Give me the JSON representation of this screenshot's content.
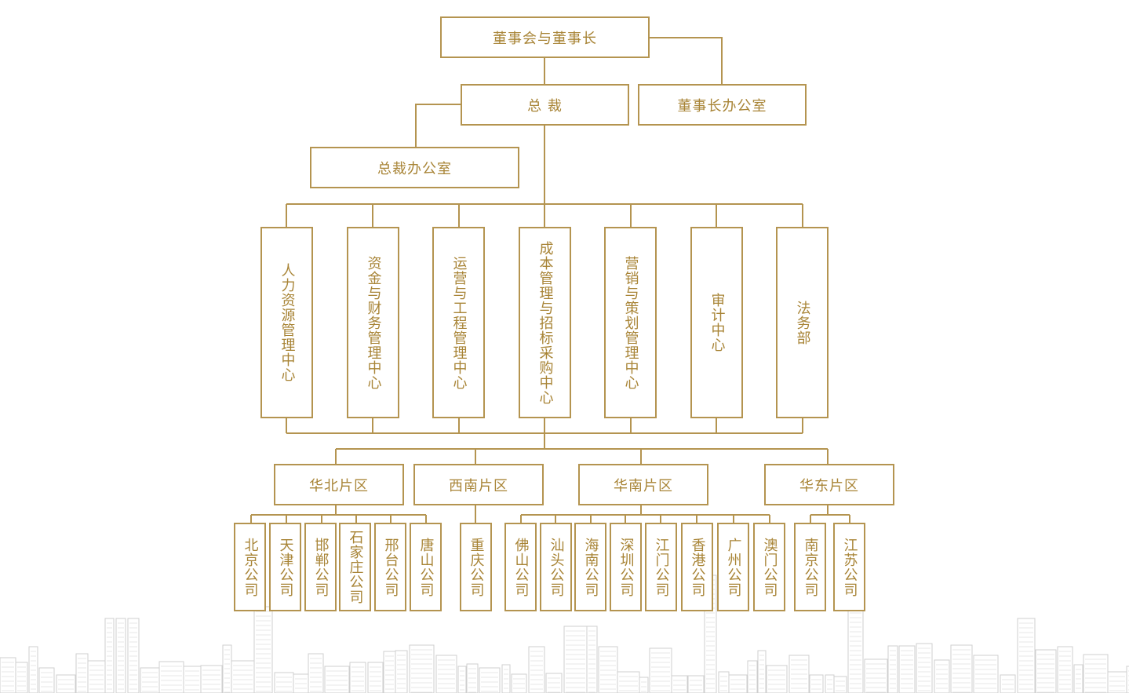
{
  "colors": {
    "line": "#b49450",
    "text": "#a88436",
    "skyline": "#cfcfcf"
  },
  "top": {
    "board": "董事会与董事长",
    "president": "总 裁",
    "chairman_office": "董事长办公室",
    "president_office": "总裁办公室"
  },
  "departments": [
    "人力资源管理中心",
    "资金与财务管理中心",
    "运营与工程管理中心",
    "成本管理与招标采购中心",
    "营销与策划管理中心",
    "审计中心",
    "法务部"
  ],
  "regions": [
    {
      "name": "华北片区",
      "companies": [
        "北京公司",
        "天津公司",
        "邯郸公司",
        "石家庄公司",
        "邢台公司",
        "唐山公司"
      ]
    },
    {
      "name": "西南片区",
      "companies": [
        "重庆公司"
      ]
    },
    {
      "name": "华南片区",
      "companies": [
        "佛山公司",
        "汕头公司",
        "海南公司",
        "深圳公司",
        "江门公司",
        "香港公司",
        "广州公司",
        "澳门公司"
      ]
    },
    {
      "name": "华东片区",
      "companies": [
        "南京公司",
        "江苏公司"
      ]
    }
  ]
}
